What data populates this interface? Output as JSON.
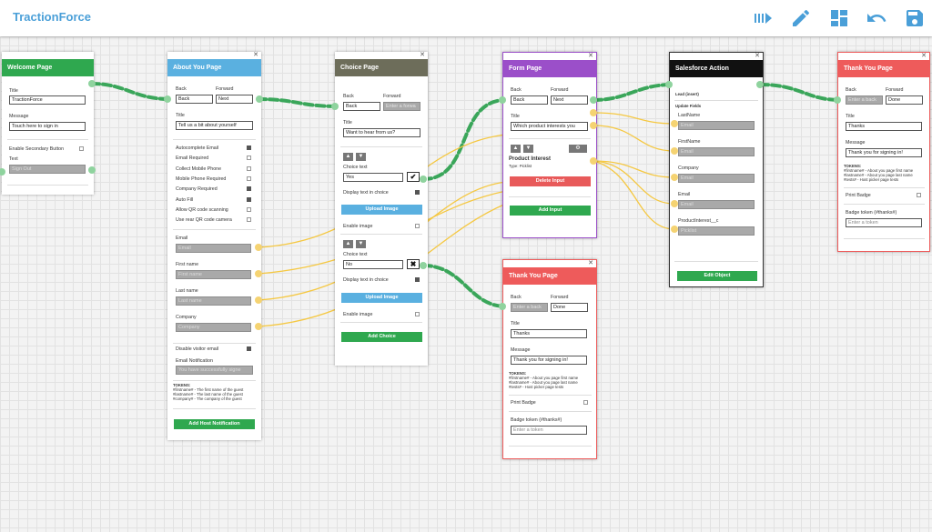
{
  "app": {
    "title": "TractionForce"
  },
  "toolbar": {
    "icons": [
      "play-flow-icon",
      "edit-pencil-icon",
      "dashboard-layout-icon",
      "undo-icon",
      "save-floppy-icon"
    ],
    "icon_color": "#4a9fd8"
  },
  "colors": {
    "green": "#2fa84f",
    "blue": "#5ab0e0",
    "olive": "#6d6d5a",
    "purple": "#9b4fc9",
    "black": "#111111",
    "red": "#ee5b5b",
    "wire_green": "#3aa65a",
    "wire_yellow": "#f5c842"
  },
  "welcome": {
    "header": "Welcome Page",
    "title_label": "Title",
    "title_value": "TractionForce",
    "message_label": "Message",
    "message_value": "Touch here to sign in",
    "secondary_label": "Enable Secondary Button",
    "text_label": "Text",
    "text_value": "Sign Out"
  },
  "about": {
    "header": "About You Page",
    "close": "✕",
    "back_label": "Back",
    "back_value": "Back",
    "forward_label": "Forward",
    "forward_value": "Next",
    "title_label": "Title",
    "title_value": "Tell us a bit about yourself",
    "checkboxes": [
      {
        "label": "Autocomplete Email",
        "checked": true
      },
      {
        "label": "Email Required",
        "checked": false
      },
      {
        "label": "Collect Mobile Phone",
        "checked": false
      },
      {
        "label": "Mobile Phone Required",
        "checked": false
      },
      {
        "label": "Company Required",
        "checked": true
      },
      {
        "label": "Auto Fill",
        "checked": true
      },
      {
        "label": "Allow QR code scanning",
        "checked": false
      },
      {
        "label": "Use rear QR code camera",
        "checked": false
      }
    ],
    "fields": [
      {
        "label": "Email",
        "value": "Email"
      },
      {
        "label": "First name",
        "value": "First name"
      },
      {
        "label": "Last name",
        "value": "Last name"
      },
      {
        "label": "Company",
        "value": "Company"
      }
    ],
    "disable_visitor_label": "Disable visitor email",
    "email_notification_label": "Email Notification",
    "email_notification_value": "You have successfully signe",
    "tokens_title": "TOKENS:",
    "tokens": [
      "#firstname# - The first name of the guest",
      "#lastname# - The last name of the guest",
      "#company# - The company of the guest"
    ],
    "add_host_label": "Add Host Notification"
  },
  "choice": {
    "header": "Choice Page",
    "close": "✕",
    "back_label": "Back",
    "back_value": "Back",
    "forward_label": "Forward",
    "forward_placeholder": "Enter a forwa",
    "title_label": "Title",
    "title_value": "Want to hear from us?",
    "choices": [
      {
        "label": "Choice text",
        "value": "Yes",
        "mark": "✔",
        "display_label": "Display text in choice",
        "upload_label": "Upload Image",
        "enable_label": "Enable image"
      },
      {
        "label": "Choice text",
        "value": "No",
        "mark": "✖",
        "display_label": "Display text in choice",
        "upload_label": "Upload Image",
        "enable_label": "Enable image"
      }
    ],
    "add_choice_label": "Add Choice"
  },
  "form": {
    "header": "Form Page",
    "close": "✕",
    "back_label": "Back",
    "back_value": "Back",
    "forward_label": "Forward",
    "forward_value": "Next",
    "title_label": "Title",
    "title_value": "Which product interests you",
    "input_name": "Product Interest",
    "input_type": "Type: Picklist",
    "delete_label": "Delete Input",
    "add_input_label": "Add Input"
  },
  "salesforce": {
    "header": "Salesforce Action",
    "close": "✕",
    "object_label": "Lead (insert)",
    "update_label": "Update Fields",
    "fields": [
      {
        "label": "LastName",
        "value": "Email"
      },
      {
        "label": "FirstName",
        "value": "Email"
      },
      {
        "label": "Company",
        "value": "Email"
      },
      {
        "label": "Email",
        "value": "Email"
      },
      {
        "label": "ProductInterest__c",
        "value": "Picklist"
      }
    ],
    "edit_label": "Edit Object"
  },
  "thanks_right": {
    "header": "Thank You Page",
    "close": "✕",
    "back_label": "Back",
    "back_placeholder": "Enter a back",
    "forward_label": "Forward",
    "forward_value": "Done",
    "title_label": "Title",
    "title_value": "Thanks",
    "message_label": "Message",
    "message_value": "Thank you for signing in!",
    "tokens_title": "TOKENS:",
    "tokens": [
      "#firstname# - About you page first name",
      "#lastname# - About you page last name",
      "#tests# - Host picker page tests"
    ],
    "print_badge_label": "Print Badge",
    "badge_token_label": "Badge token (#thanks#)",
    "badge_token_placeholder": "Enter a token"
  },
  "thanks_mid": {
    "header": "Thank You Page",
    "close": "✕",
    "back_label": "Back",
    "back_placeholder": "Enter a back",
    "forward_label": "Forward",
    "forward_value": "Done",
    "title_label": "Title",
    "title_value": "Thanks",
    "message_label": "Message",
    "message_value": "Thank you for signing in!",
    "tokens_title": "TOKENS:",
    "tokens": [
      "#firstname# - About you page first name",
      "#lastname# - About you page last name",
      "#tests# - Host picker page tests"
    ],
    "print_badge_label": "Print Badge",
    "badge_token_label": "Badge token (#thanks#)",
    "badge_token_placeholder": "Enter a token"
  }
}
